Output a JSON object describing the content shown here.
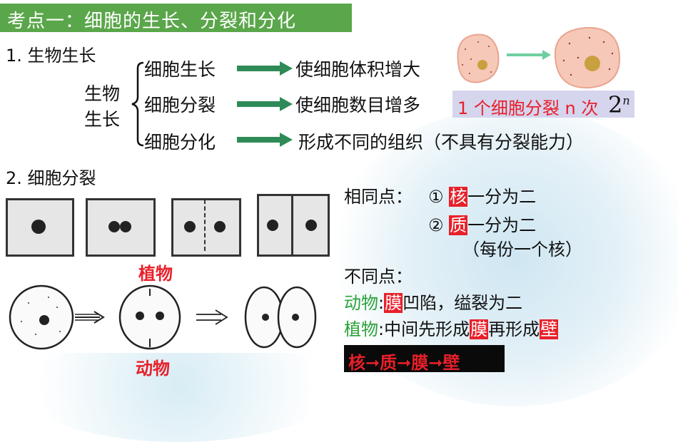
{
  "title": "考点一：细胞的生长、分裂和分化",
  "section1": {
    "heading": "1. 生物生长",
    "side_label_1": "生物",
    "side_label_2": "生长",
    "rows": [
      {
        "name": "细胞生长",
        "result": "使细胞体积增大"
      },
      {
        "name": "细胞分裂",
        "result": "使细胞数目增多"
      },
      {
        "name": "细胞分化",
        "result": "形成不同的组织（不具有分裂能力）"
      }
    ],
    "division_note": "1 个细胞分裂 n 次",
    "division_formula_base": "2",
    "division_formula_exp": "n"
  },
  "section2": {
    "heading": "2. 细胞分裂",
    "plant_label": "植物",
    "animal_label": "动物",
    "same_label": "相同点：",
    "same_1_num": "①",
    "same_1_key": "核",
    "same_1_rest": "一分为二",
    "same_2_num": "②",
    "same_2_key": "质",
    "same_2_rest": "一分为二",
    "same_2_note": "（每份一个核）",
    "diff_label": "不同点：",
    "animal_diff_prefix": "动物",
    "animal_diff_colon": ":",
    "animal_diff_key": "膜",
    "animal_diff_rest": "凹陷，缢裂为二",
    "plant_diff_prefix": "植物",
    "plant_diff_colon": ":",
    "plant_diff_mid": "中间先形成",
    "plant_diff_key1": "膜",
    "plant_diff_mid2": "再形成",
    "plant_diff_key2": "壁",
    "sequence": "核➞质➞膜➞壁"
  },
  "colors": {
    "title_bg": "#5aa64a",
    "arrow": "#2e8b57",
    "accent_red": "#e8202a",
    "green_text": "#2aa33a"
  }
}
